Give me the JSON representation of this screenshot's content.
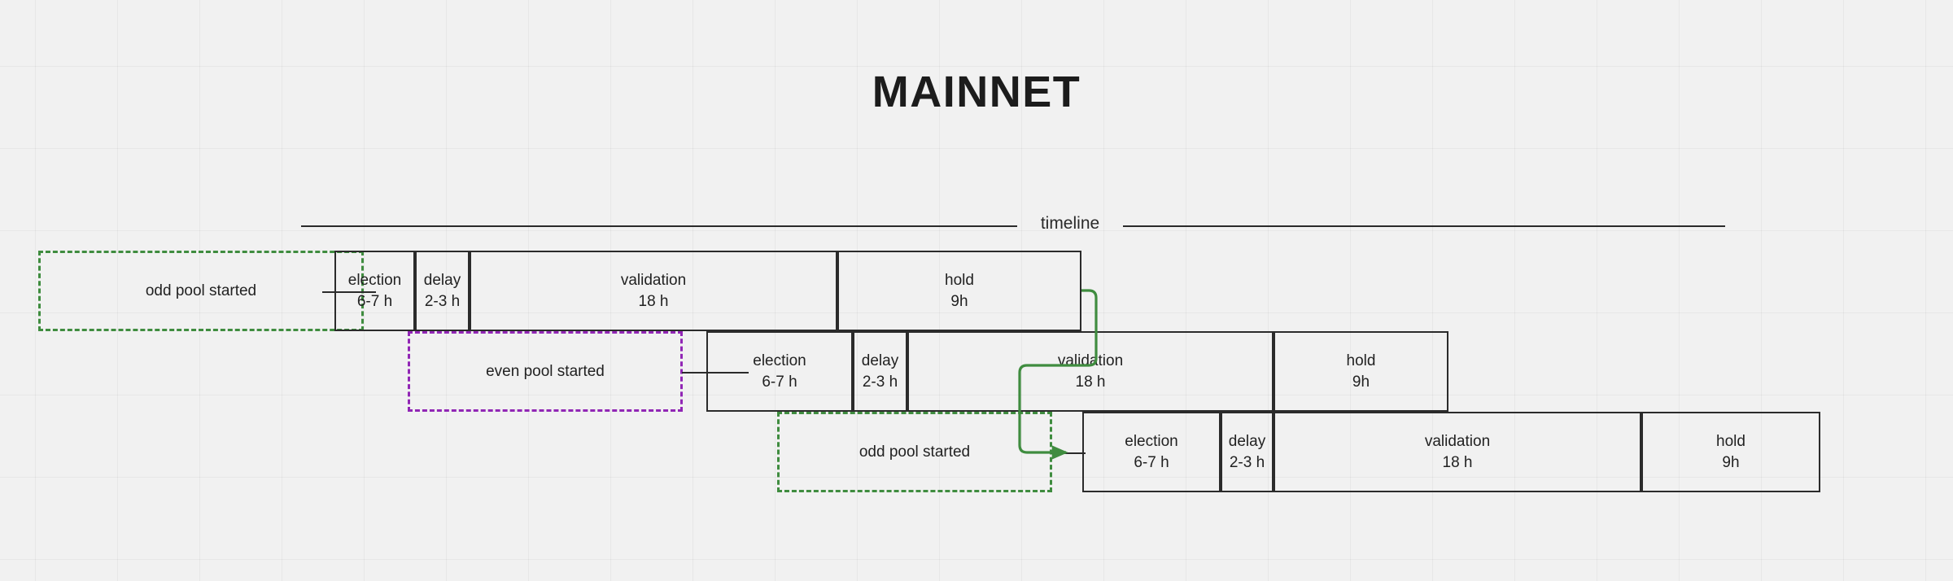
{
  "page": {
    "title": "MAINNET",
    "background_color": "#f1f1f1",
    "grid": "on"
  },
  "timeline": {
    "axis_label": "timeline"
  },
  "colors": {
    "box_stroke": "#2b2b2b",
    "text": "#222222",
    "odd_pool_accent": "#3f8c3f",
    "even_pool_accent": "#9126b5",
    "flow_arrow": "#3f8c3f"
  },
  "rows": [
    {
      "id": "cycle-1",
      "note": {
        "label": "odd pool started",
        "accent": "green"
      },
      "segments": [
        {
          "name": "election",
          "duration": "6-7 h"
        },
        {
          "name": "delay",
          "duration": "2-3 h"
        },
        {
          "name": "validation",
          "duration": "18 h"
        },
        {
          "name": "hold",
          "duration": "9h"
        }
      ]
    },
    {
      "id": "cycle-2",
      "note": {
        "label": "even pool started",
        "accent": "purple"
      },
      "segments": [
        {
          "name": "election",
          "duration": "6-7 h"
        },
        {
          "name": "delay",
          "duration": "2-3 h"
        },
        {
          "name": "validation",
          "duration": "18 h"
        },
        {
          "name": "hold",
          "duration": "9h"
        }
      ]
    },
    {
      "id": "cycle-3",
      "note": {
        "label": "odd pool started",
        "accent": "green"
      },
      "segments": [
        {
          "name": "election",
          "duration": "6-7 h"
        },
        {
          "name": "delay",
          "duration": "2-3 h"
        },
        {
          "name": "validation",
          "duration": "18 h"
        },
        {
          "name": "hold",
          "duration": "9h"
        }
      ]
    }
  ]
}
